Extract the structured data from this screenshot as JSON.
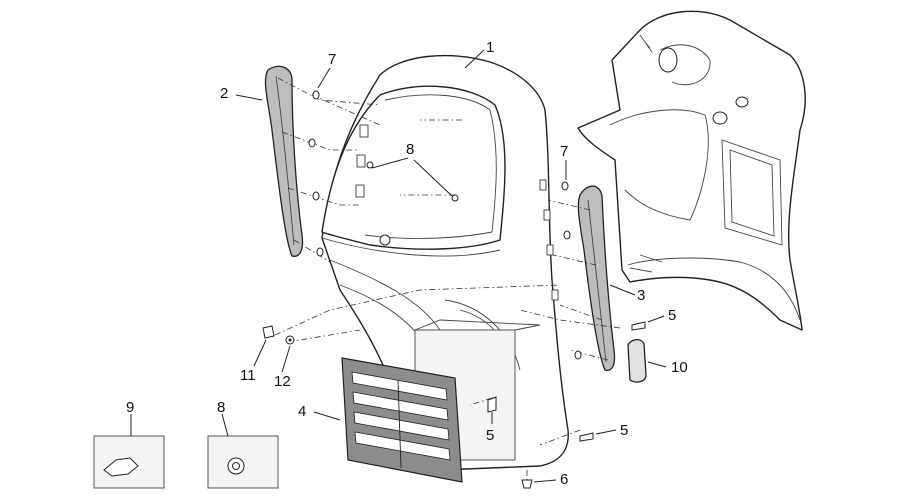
{
  "callouts": [
    {
      "id": "c1",
      "label": "1"
    },
    {
      "id": "c2",
      "label": "2"
    },
    {
      "id": "c3",
      "label": "3"
    },
    {
      "id": "c4",
      "label": "4"
    },
    {
      "id": "c5a",
      "label": "5"
    },
    {
      "id": "c5b",
      "label": "5"
    },
    {
      "id": "c5c",
      "label": "5"
    },
    {
      "id": "c6",
      "label": "6"
    },
    {
      "id": "c7a",
      "label": "7"
    },
    {
      "id": "c7b",
      "label": "7"
    },
    {
      "id": "c8a",
      "label": "8"
    },
    {
      "id": "c8b",
      "label": "8"
    },
    {
      "id": "c9",
      "label": "9"
    },
    {
      "id": "c10",
      "label": "10"
    },
    {
      "id": "c11",
      "label": "11"
    },
    {
      "id": "c12",
      "label": "12"
    }
  ]
}
